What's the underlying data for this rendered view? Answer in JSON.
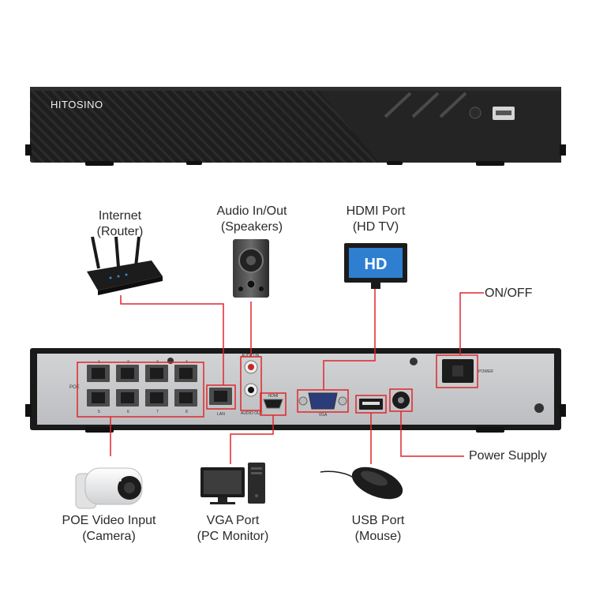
{
  "brand": "HITOSINO",
  "labels": {
    "internet": [
      "Internet",
      "(Router)"
    ],
    "audio": [
      "Audio In/Out",
      "(Speakers)"
    ],
    "hdmi": [
      "HDMI Port",
      "(HD TV)"
    ],
    "onoff": "ON/OFF",
    "power_supply": "Power Supply",
    "poe": [
      "POE Video Input",
      "(Camera)"
    ],
    "vga": [
      "VGA Port",
      "(PC Monitor)"
    ],
    "usb": [
      "USB Port",
      "(Mouse)"
    ]
  },
  "panel_text": {
    "poe": "POE",
    "lan": "LAN",
    "audio_in": "AUDIO IN",
    "audio_out": "AUDIO OUT",
    "vga": "VGA",
    "power": "POWER",
    "hdmi": "HDMI",
    "hd": "HD"
  },
  "port_numbers": [
    "1",
    "2",
    "3",
    "4",
    "5",
    "6",
    "7",
    "8"
  ],
  "colors": {
    "callout": "#e0262b",
    "device": "#1c1c1c",
    "panel": "#c9cacc"
  }
}
